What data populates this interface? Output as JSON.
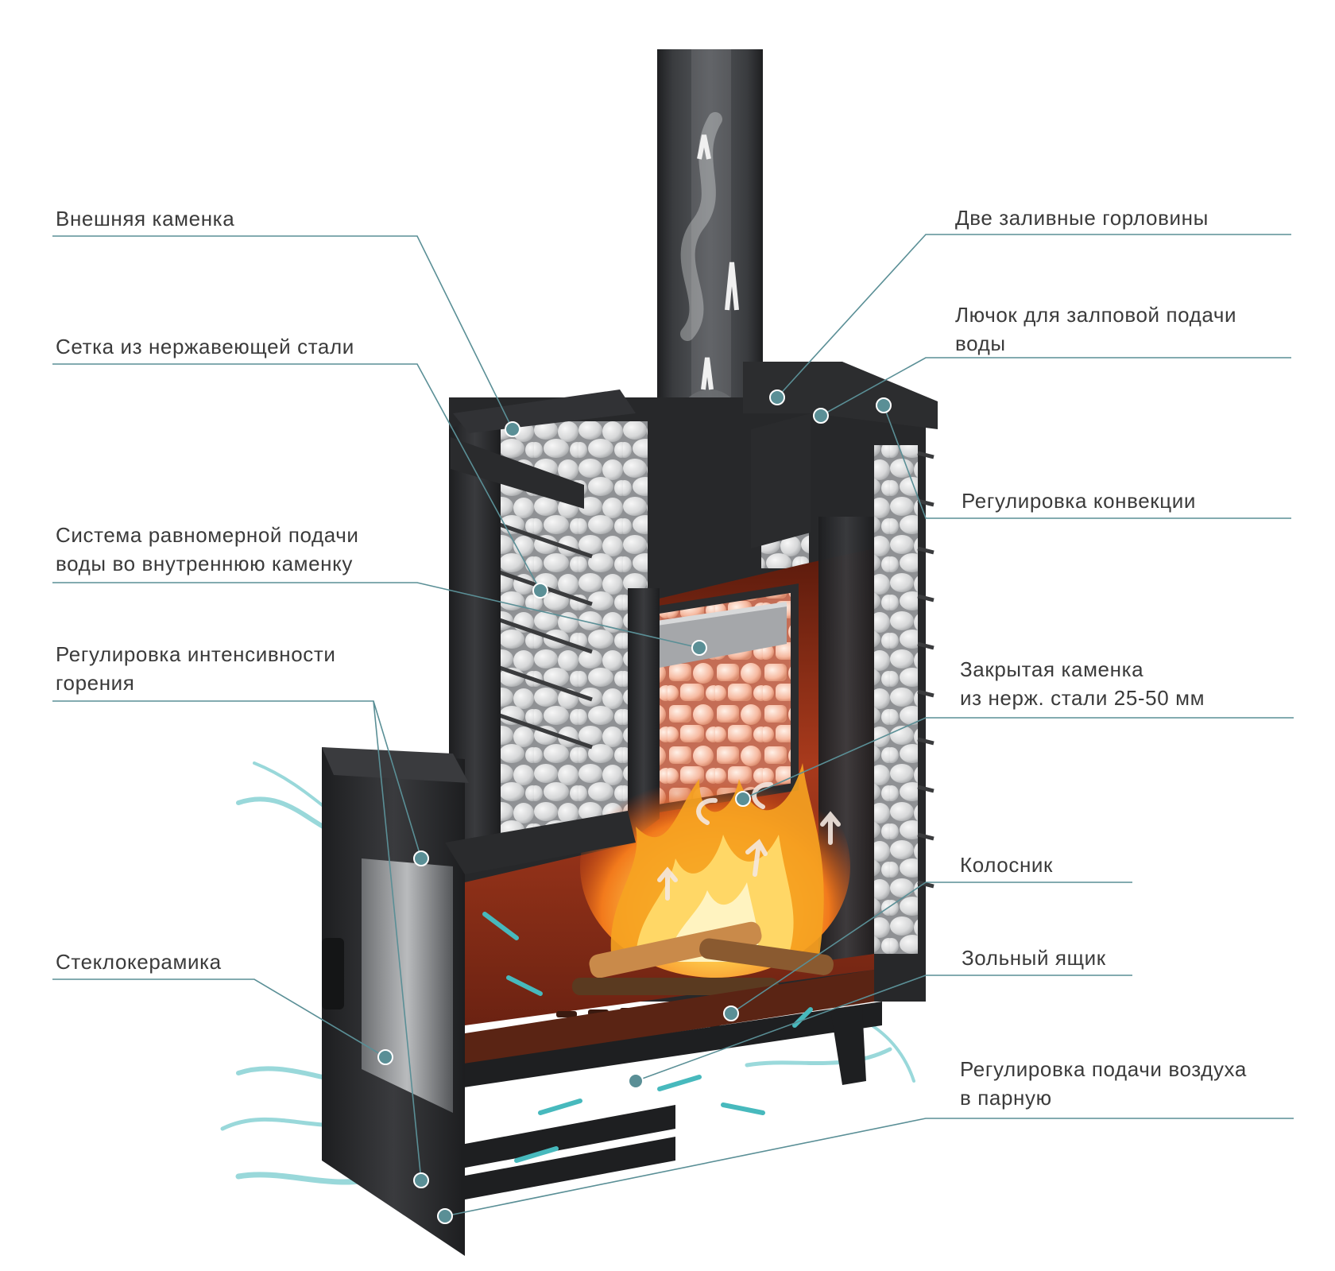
{
  "colors": {
    "leader_line": "#5a8f96",
    "dot": "#5a8f96",
    "label_text": "#3b3b3b",
    "steel": "#2e2f31",
    "stone": "#d8d9da",
    "fire": "#f5a623",
    "chamber": "#8a2a14",
    "air_flow": "#47b9bd"
  },
  "labels": {
    "outer_stone": "Внешняя каменка",
    "mesh": "Сетка из нержавеющей стали",
    "water_system_line1": "Система равномерной подачи",
    "water_system_line2": "воды во внутреннюю каменку",
    "burn_regulation_line1": "Регулировка интенсивности",
    "burn_regulation_line2": "горения",
    "glass_ceramic": "Стеклокерамика",
    "two_fillers": "Две заливные горловины",
    "hatch_line1": "Лючок для залповой подачи",
    "hatch_line2": "воды",
    "convection": "Регулировка конвекции",
    "closed_stone_line1": "Закрытая каменка",
    "closed_stone_line2": "из нерж. стали 25-50 мм",
    "grate": "Колосник",
    "ash_box": "Зольный ящик",
    "air_supply_line1": "Регулировка подачи воздуха",
    "air_supply_line2": "в парную"
  }
}
